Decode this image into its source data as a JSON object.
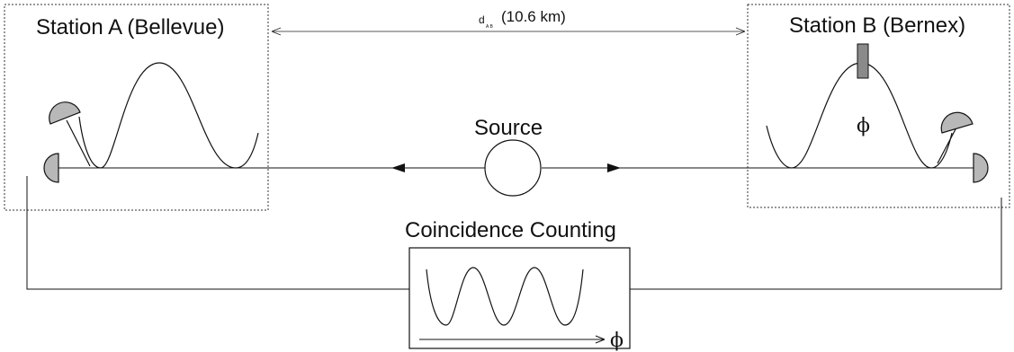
{
  "station_a": {
    "title": "Station A (Bellevue)"
  },
  "station_b": {
    "title": "Station B (Bernex)",
    "phase_symbol": "ϕ"
  },
  "distance": {
    "symbol": "d",
    "subscript": "A B",
    "value": "(10.6 km)"
  },
  "source": {
    "label": "Source"
  },
  "coincidence": {
    "title": "Coincidence Counting",
    "axis_symbol": "ϕ"
  }
}
